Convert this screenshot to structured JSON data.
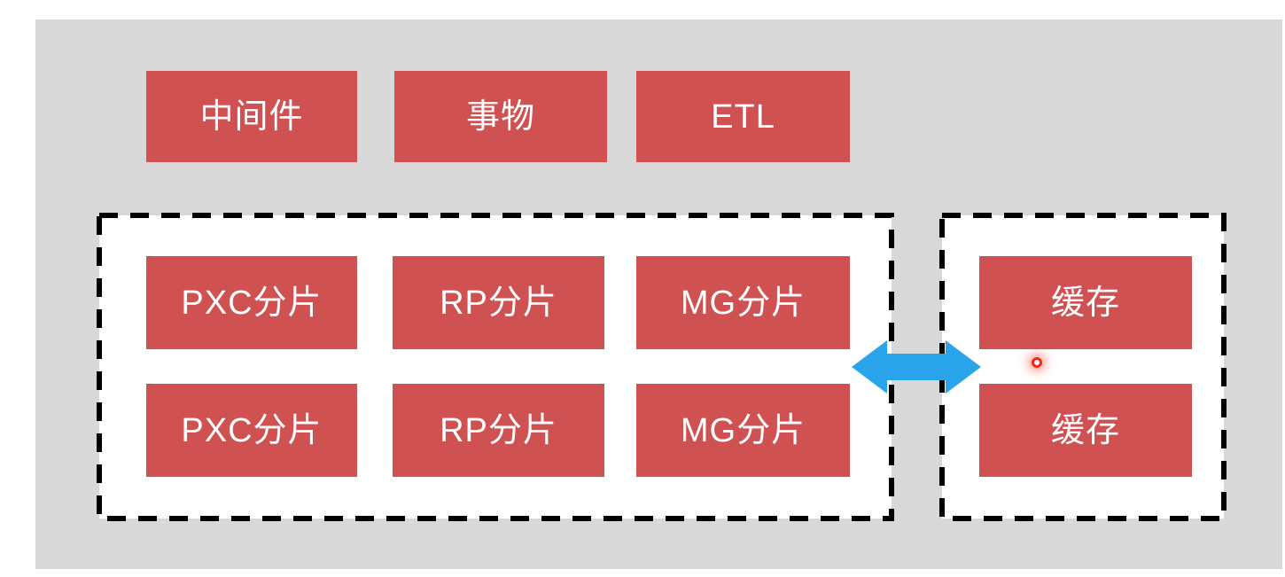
{
  "diagram": {
    "top_row": {
      "boxes": [
        {
          "label": "中间件"
        },
        {
          "label": "事物"
        },
        {
          "label": "ETL"
        }
      ]
    },
    "shard_cluster": {
      "rows": [
        {
          "boxes": [
            {
              "label": "PXC分片"
            },
            {
              "label": "RP分片"
            },
            {
              "label": "MG分片"
            }
          ]
        },
        {
          "boxes": [
            {
              "label": "PXC分片"
            },
            {
              "label": "RP分片"
            },
            {
              "label": "MG分片"
            }
          ]
        }
      ]
    },
    "cache_cluster": {
      "boxes": [
        {
          "label": "缓存"
        },
        {
          "label": "缓存"
        }
      ]
    },
    "connector": {
      "type": "double-headed-horizontal-arrow",
      "color": "#29a3e9"
    },
    "pointer_dot": {
      "color": "#f5281a"
    },
    "colors": {
      "node_red": "#d05152",
      "canvas_gray": "#d8d8d8",
      "container_fill": "#ffffff",
      "dash_border": "#000000",
      "text": "#ffffff"
    }
  }
}
